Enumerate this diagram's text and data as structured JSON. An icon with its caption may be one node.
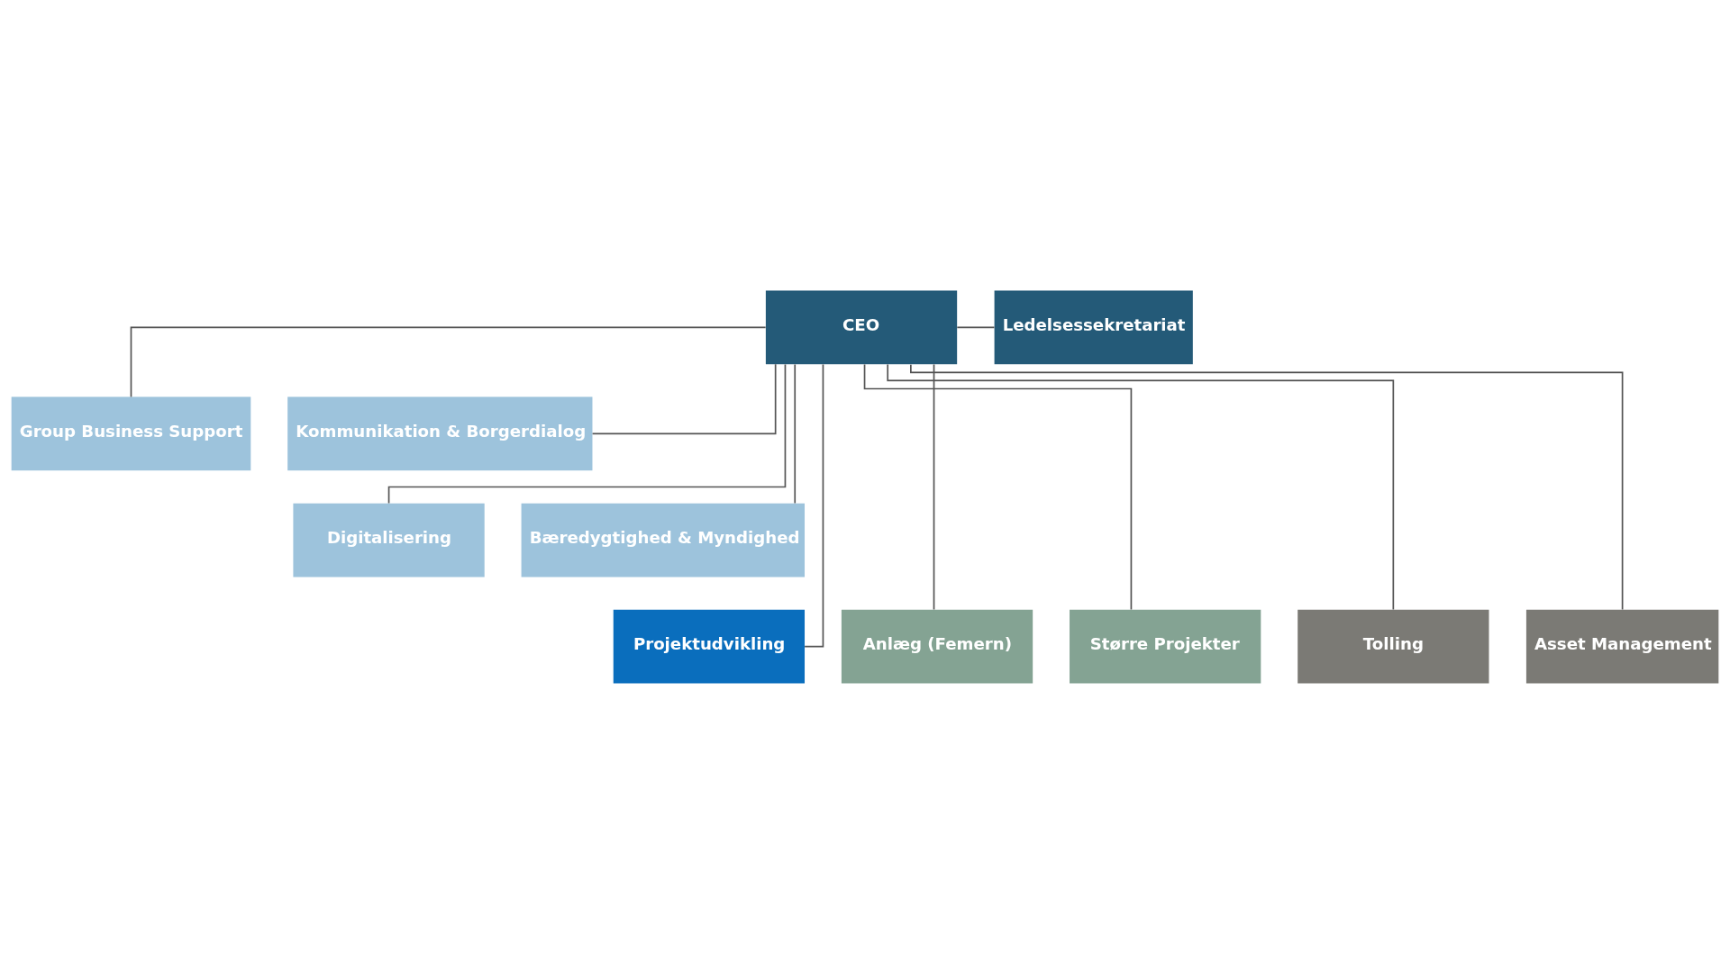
{
  "diagram": {
    "nodes": [
      {
        "text": [
          "CEO"
        ]
      },
      {
        "text": [
          "Ledelsessekretariat"
        ]
      },
      {
        "text": [
          "Group Business Support"
        ]
      },
      {
        "text": [
          "Kommunikation & Borgerdialog"
        ]
      },
      {
        "text": [
          "Digitalisering"
        ]
      },
      {
        "text": [
          "Bæredygtighed & Myndighed"
        ]
      },
      {
        "text": [
          "Projektudvikling"
        ]
      },
      {
        "text": [
          "Anlæg (Femern)"
        ]
      },
      {
        "text": [
          "Større Projekter"
        ]
      },
      {
        "text": [
          "Tolling"
        ]
      },
      {
        "text": [
          "Asset Management"
        ]
      }
    ],
    "edges": [
      {
        "from": 0,
        "to": 1,
        "arrow": "none"
      },
      {
        "from": 0,
        "to": 2,
        "arrow": "none"
      },
      {
        "from": 0,
        "to": 3,
        "arrow": "none"
      },
      {
        "from": 0,
        "to": 4,
        "arrow": "none"
      },
      {
        "from": 0,
        "to": 5,
        "arrow": "none"
      },
      {
        "from": 0,
        "to": 6,
        "arrow": "none"
      },
      {
        "from": 0,
        "to": 7,
        "arrow": "none"
      },
      {
        "from": 0,
        "to": 8,
        "arrow": "none"
      },
      {
        "from": 0,
        "to": 9,
        "arrow": "none"
      },
      {
        "from": 0,
        "to": 10,
        "arrow": "none"
      }
    ]
  }
}
